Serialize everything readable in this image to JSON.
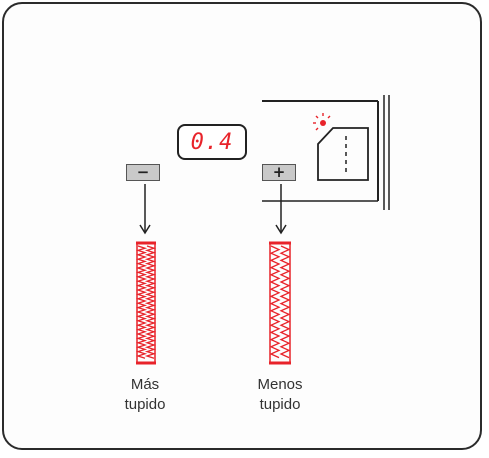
{
  "display": {
    "value": "0.4"
  },
  "buttons": {
    "minus_symbol": "−",
    "plus_symbol": "+"
  },
  "labels": {
    "left": {
      "line1": "Más",
      "line2": "tupido"
    },
    "right": {
      "line1": "Menos",
      "line2": "tupido"
    }
  },
  "colors": {
    "stitch": "#e8232a",
    "display_digits": "#e8232a",
    "button_fill": "#c9c9c9",
    "outline": "#2b2b2b"
  }
}
